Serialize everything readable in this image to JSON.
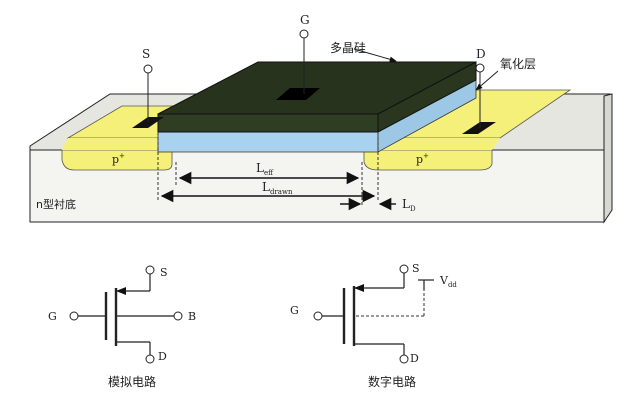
{
  "terminals": {
    "gate": "G",
    "source": "S",
    "drain": "D",
    "bulk": "B",
    "vdd": "V",
    "vdd_sub": "dd"
  },
  "structure_labels": {
    "polysilicon": "多晶硅",
    "oxide": "氧化层",
    "substrate": "n型衬底",
    "p_source": "p",
    "p_drain": "p",
    "p_superscript": "+",
    "l_eff": "L",
    "l_eff_sub": "eff",
    "l_drawn": "L",
    "l_drawn_sub": "drawn",
    "l_d": "L",
    "l_d_sub": "D"
  },
  "captions": {
    "analog": "模拟电路",
    "digital": "数字电路"
  },
  "colors": {
    "gate_top": "#27331c",
    "gate_side": "#2f3d22",
    "oxide": "#a9d2ee",
    "p_region": "#f4f07a",
    "substrate_front": "#f4f4f0",
    "substrate_top": "#e6e6e0",
    "contact": "#111111"
  }
}
